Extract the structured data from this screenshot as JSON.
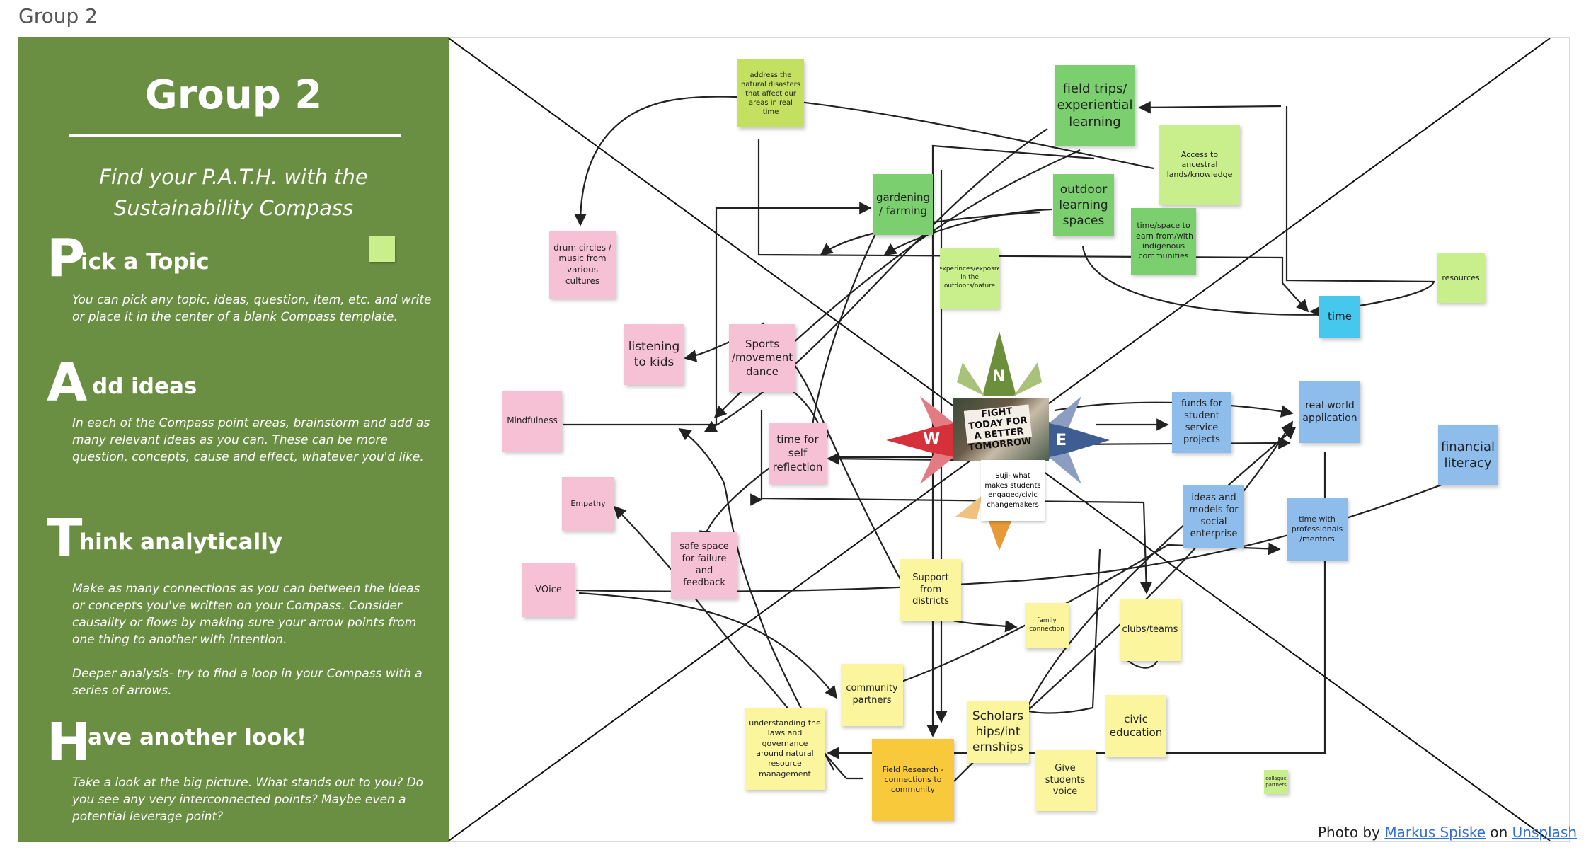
{
  "frame_label": "Group 2",
  "panel": {
    "title": "Group 2",
    "subtitle": "Find your P.A.T.H. with the Sustainability Compass",
    "steps": [
      {
        "letter": "P",
        "rest": "ick a Topic",
        "body": "You can pick any topic, ideas, question, item, etc. and write or place it in the center of a blank Compass template."
      },
      {
        "letter": "A",
        "rest": "dd ideas",
        "body": "In each of the Compass point areas, brainstorm and add as many relevant ideas as you can. These can be more question, concepts, cause and effect, whatever you'd like."
      },
      {
        "letter": "T",
        "rest": "hink analytically",
        "body": "Make as many connections as you can between the ideas or concepts you've written on your Compass. Consider causality or flows by making sure your arrow points from one thing to another with intention.\n\nDeeper analysis- try to find a loop in your Compass with a series of arrows."
      },
      {
        "letter": "H",
        "rest": "ave another look!",
        "body": "Take a look at the big picture. What stands out to you? Do you see any very interconnected points? Maybe even a potential leverage point?"
      }
    ]
  },
  "compass": {
    "north": "N",
    "west": "W",
    "east": "E",
    "photo_sign": "FIGHT TODAY FOR A BETTER TOMORROW",
    "center_note": "Suji- what makes students engaged/civic changemakers"
  },
  "notes": [
    {
      "id": "address-disasters",
      "text": "address the natural disasters that affect our areas in real time",
      "color": "#c3e060"
    },
    {
      "id": "field-trips",
      "text": "field trips/ experiential learning",
      "color": "#7ccf6e"
    },
    {
      "id": "access-ancestral",
      "text": "Access to ancestral lands/knowledge",
      "color": "#c9ef8c"
    },
    {
      "id": "gardening",
      "text": "gardening / farming",
      "color": "#7ccf6e"
    },
    {
      "id": "outdoor-spaces",
      "text": "outdoor learning spaces",
      "color": "#7ccf6e"
    },
    {
      "id": "time-space-indigenous",
      "text": "time/space to learn from/with indigenous communities",
      "color": "#7ccf6e"
    },
    {
      "id": "drum-circles",
      "text": "drum circles / music from various cultures",
      "color": "#f6c1d4"
    },
    {
      "id": "experiences-outdoor",
      "text": "experinces/exposre in the outdoors/nature",
      "color": "#c9ef8c"
    },
    {
      "id": "resources",
      "text": "resources",
      "color": "#c9ef8c"
    },
    {
      "id": "time",
      "text": "time",
      "color": "#45c7ee"
    },
    {
      "id": "listening-kids",
      "text": "listening to kids",
      "color": "#f6c1d4"
    },
    {
      "id": "sports",
      "text": "Sports /movement dance",
      "color": "#f6c1d4"
    },
    {
      "id": "mindfulness",
      "text": "Mindfulness",
      "color": "#f6c1d4"
    },
    {
      "id": "time-reflection",
      "text": "time for self reflection",
      "color": "#f6c1d4"
    },
    {
      "id": "funds",
      "text": "funds for student service projects",
      "color": "#8ebdec"
    },
    {
      "id": "real-world",
      "text": "real world application",
      "color": "#8ebdec"
    },
    {
      "id": "financial-literacy",
      "text": "financial literacy",
      "color": "#8ebdec"
    },
    {
      "id": "empathy",
      "text": "Empathy",
      "color": "#f6c1d4"
    },
    {
      "id": "ideas-models",
      "text": "ideas and models for social enterprise",
      "color": "#8ebdec"
    },
    {
      "id": "time-professionals",
      "text": "time with professionals /mentors",
      "color": "#8ebdec"
    },
    {
      "id": "safe-space",
      "text": "safe space for failure and feedback",
      "color": "#f6c1d4"
    },
    {
      "id": "voice",
      "text": "VOice",
      "color": "#f6c1d4"
    },
    {
      "id": "support-districts",
      "text": "Support from districts",
      "color": "#fbf59e"
    },
    {
      "id": "family-connection",
      "text": "family connection",
      "color": "#fbf59e"
    },
    {
      "id": "clubs-teams",
      "text": "clubs/teams",
      "color": "#fbf59e"
    },
    {
      "id": "community-partners",
      "text": "community partners",
      "color": "#fbf59e"
    },
    {
      "id": "scholarships",
      "text": "Scholars hips/int ernships",
      "color": "#fbf59e"
    },
    {
      "id": "civic-education",
      "text": "civic education",
      "color": "#fbf59e"
    },
    {
      "id": "understanding-laws",
      "text": "understanding the laws and governance around natural resource management",
      "color": "#fbf59e"
    },
    {
      "id": "field-research",
      "text": "Field Research - connections to community",
      "color": "#f8c93a"
    },
    {
      "id": "give-voice",
      "text": "Give students voice",
      "color": "#fbf59e"
    },
    {
      "id": "collague-partners",
      "text": "collague partners",
      "color": "#c9ef8c"
    }
  ],
  "credit": {
    "prefix": "Photo by",
    "author": "Markus Spiske",
    "middle": "on",
    "site": "Unsplash"
  }
}
